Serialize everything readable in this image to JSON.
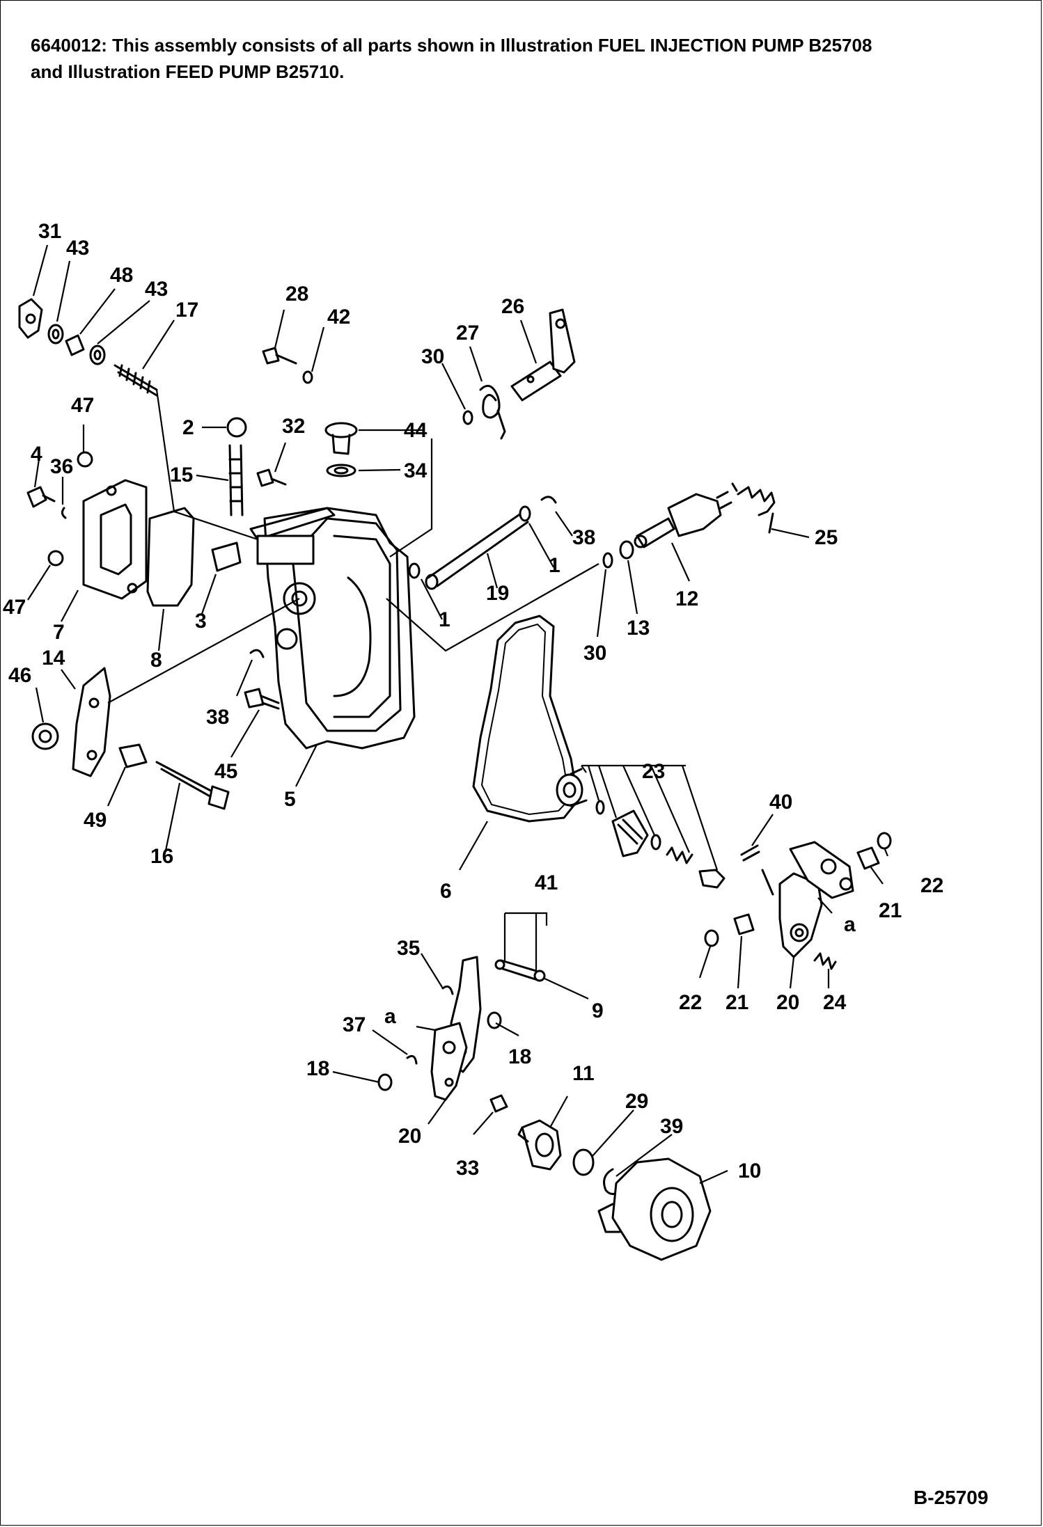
{
  "caption": {
    "line1": "6640012: This assembly consists of all parts shown in Illustration FUEL INJECTION PUMP B25708",
    "line2": "and Illustration FEED PUMP B25710."
  },
  "reference": "B-25709",
  "callouts": {
    "c31": "31",
    "c43a": "43",
    "c48": "48",
    "c43b": "43",
    "c17": "17",
    "c47a": "47",
    "c4": "4",
    "c36": "36",
    "c47b": "47",
    "c7": "7",
    "c8": "8",
    "c3": "3",
    "c28": "28",
    "c42": "42",
    "c2": "2",
    "c15": "15",
    "c32": "32",
    "c44": "44",
    "c34": "34",
    "c30a": "30",
    "c27": "27",
    "c26": "26",
    "c38a": "38",
    "c1a": "1",
    "c19": "19",
    "c1b": "1",
    "c25": "25",
    "c12": "12",
    "c13": "13",
    "c30b": "30",
    "c14": "14",
    "c46": "46",
    "c38b": "38",
    "c45": "45",
    "c5": "5",
    "c49": "49",
    "c16": "16",
    "c6": "6",
    "c23": "23",
    "c40": "40",
    "c22a": "22",
    "c21a": "21",
    "a1": "a",
    "c22b": "22",
    "c21b": "21",
    "c20a": "20",
    "c24": "24",
    "c41": "41",
    "c35": "35",
    "c9": "9",
    "a2": "a",
    "c37": "37",
    "c18a": "18",
    "c18b": "18",
    "c20b": "20",
    "c33": "33",
    "c11": "11",
    "c29": "29",
    "c39": "39",
    "c10": "10"
  },
  "icons": [
    "exploded-parts-drawing"
  ]
}
